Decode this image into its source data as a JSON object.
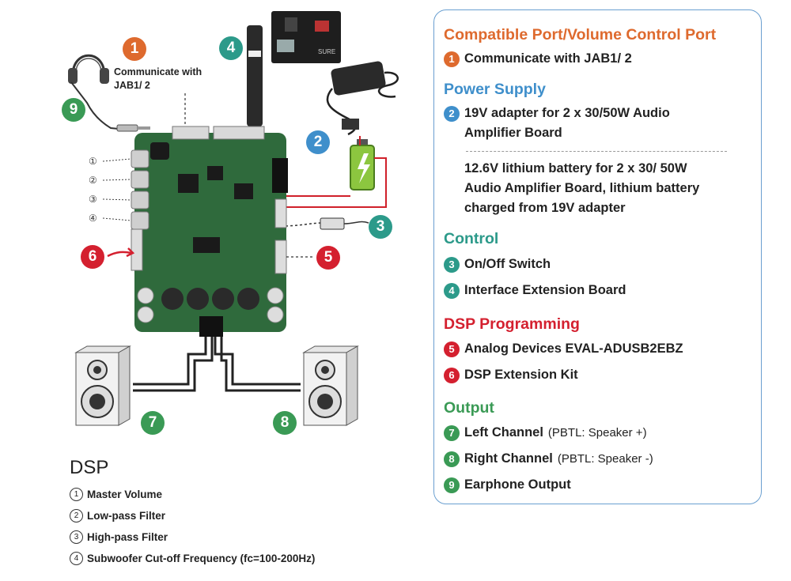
{
  "left_diagram": {
    "callouts": {
      "c1": {
        "num": "1",
        "text": "Communicate with JAB1/ 2"
      },
      "c2": "2",
      "c3": "3",
      "c4": "4",
      "c5": "5",
      "c6": "6",
      "c7": "7",
      "c8": "8",
      "c9": "9"
    },
    "knob_labels": [
      "①",
      "②",
      "③",
      "④"
    ],
    "extension_board_text": "SURE"
  },
  "dsp_legend": {
    "title": "DSP",
    "items": [
      {
        "num": "1",
        "label": "Master Volume"
      },
      {
        "num": "2",
        "label": "Low-pass Filter"
      },
      {
        "num": "3",
        "label": "High-pass Filter"
      },
      {
        "num": "4",
        "label": "Subwoofer Cut-off Frequency (fc=100-200Hz)"
      }
    ]
  },
  "panel": {
    "sections": [
      {
        "title": "Compatible Port/Volume Control Port",
        "color": "#de6a2e"
      },
      {
        "title": "Power Supply",
        "color": "#3f8fcb"
      },
      {
        "title": "Control",
        "color": "#2c9a8a"
      },
      {
        "title": "DSP Programming",
        "color": "#d4202f"
      },
      {
        "title": "Output",
        "color": "#3a9a55"
      }
    ],
    "rows": {
      "r1": {
        "num": "1",
        "text": "Communicate with JAB1/ 2"
      },
      "r2": {
        "num": "2",
        "line1": "19V adapter for 2 x 30/50W Audio",
        "line2": "Amplifier Board"
      },
      "r2b": {
        "line1": "12.6V lithium battery for 2 x 30/ 50W",
        "line2": "Audio Amplifier Board, lithium battery",
        "line3": "charged from 19V adapter"
      },
      "r3": {
        "num": "3",
        "text": "On/Off Switch"
      },
      "r4": {
        "num": "4",
        "text": "Interface Extension Board"
      },
      "r5": {
        "num": "5",
        "text": "Analog Devices EVAL-ADUSB2EBZ"
      },
      "r6": {
        "num": "6",
        "text": "DSP Extension Kit"
      },
      "r7": {
        "num": "7",
        "text": "Left Channel",
        "sub": "(PBTL: Speaker +)"
      },
      "r8": {
        "num": "8",
        "text": "Right Channel",
        "sub": "(PBTL: Speaker -)"
      },
      "r9": {
        "num": "9",
        "text": "Earphone Output"
      }
    }
  },
  "colors": {
    "orange": "#de6a2e",
    "blue": "#3f8fcb",
    "teal": "#2c9a8a",
    "red": "#d4202f",
    "green": "#3a9a55",
    "pcb": "#2f6a3c",
    "panel_border": "#6a9fd0"
  }
}
